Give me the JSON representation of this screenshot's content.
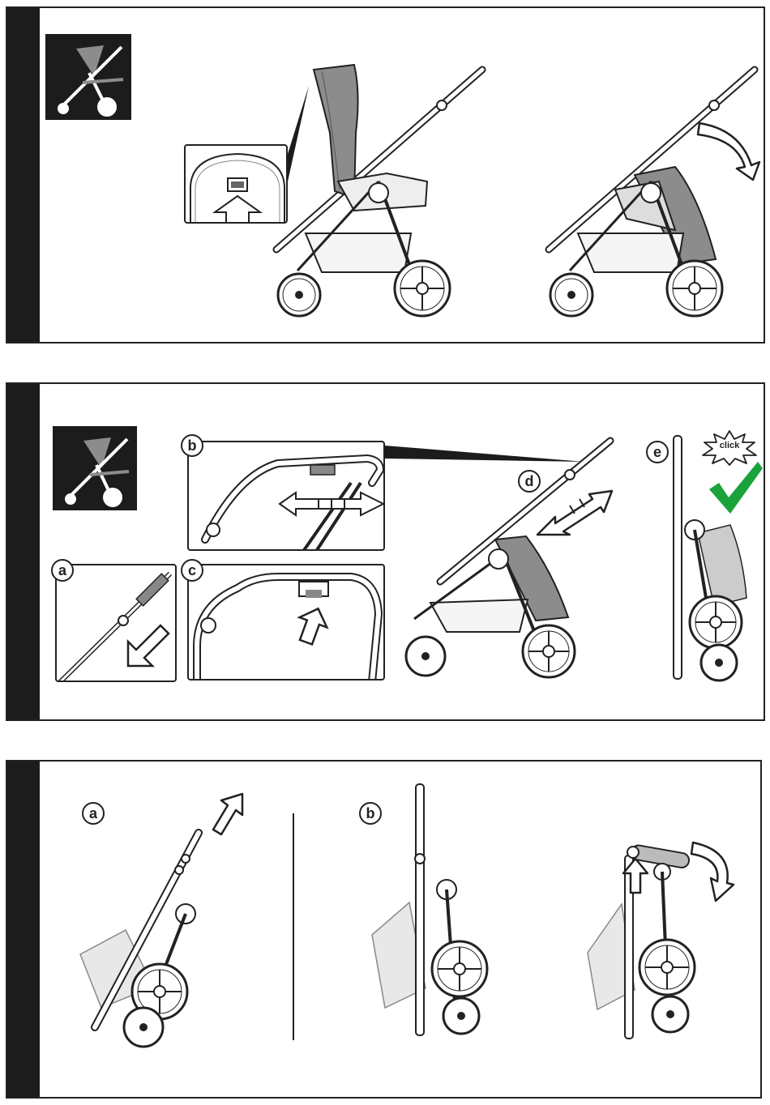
{
  "step1": {
    "icon": "stroller-icon"
  },
  "step2": {
    "icon": "stroller-icon",
    "labels": {
      "a": "a",
      "b": "b",
      "c": "c",
      "d": "d",
      "e": "e"
    },
    "click_text": "click",
    "check_color": "#1aa33a"
  },
  "step3": {
    "labels": {
      "a": "a",
      "b": "b"
    }
  },
  "colors": {
    "bar": "#1c1c1c",
    "canopy": "#8c8c8c",
    "line": "#222222"
  }
}
